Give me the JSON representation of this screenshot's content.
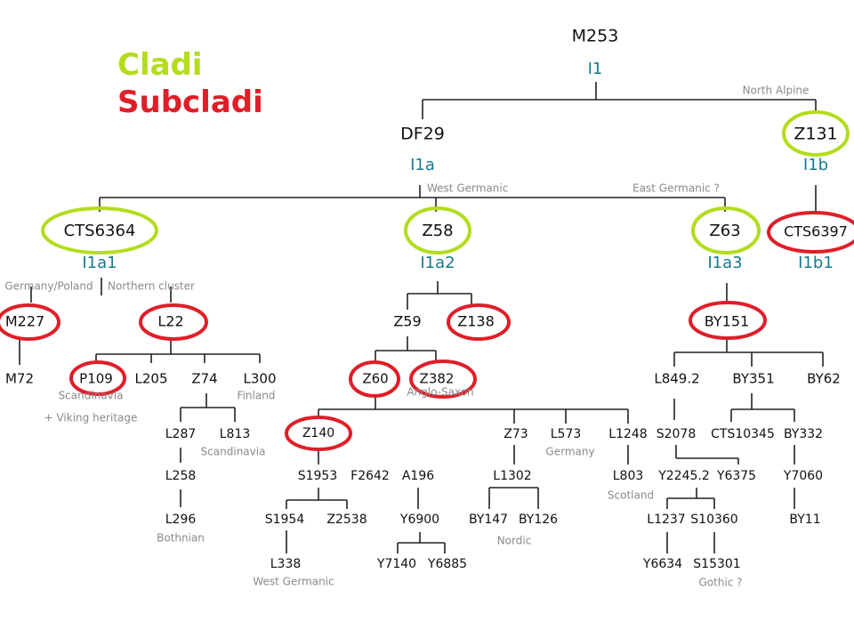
{
  "legend": {
    "clade": "Cladi",
    "subclade": "Subcladi"
  },
  "colors": {
    "clade_ring": "#b4dc1e",
    "subclade_ring": "#e01e28",
    "haplogroup": "#157a91",
    "note": "#8a8a8a",
    "snp": "#111111",
    "line": "#222222"
  },
  "nodes": {
    "m253": "M253",
    "i1": "I1",
    "df29": "DF29",
    "i1a": "I1a",
    "z131": "Z131",
    "i1b": "I1b",
    "cts6364": "CTS6364",
    "i1a1": "I1a1",
    "z58": "Z58",
    "i1a2": "I1a2",
    "z63": "Z63",
    "i1a3": "I1a3",
    "cts6397": "CTS6397",
    "i1b1": "I1b1",
    "m227": "M227",
    "l22": "L22",
    "m72": "M72",
    "p109": "P109",
    "l205": "L205",
    "z74": "Z74",
    "l300": "L300",
    "l287": "L287",
    "l813": "L813",
    "l258": "L258",
    "l296": "L296",
    "z59": "Z59",
    "z138": "Z138",
    "z60": "Z60",
    "z382": "Z382",
    "z140": "Z140",
    "z73": "Z73",
    "l573": "L573",
    "l1248": "L1248",
    "l1302": "L1302",
    "by147": "BY147",
    "by126": "BY126",
    "l803": "L803",
    "s1953": "S1953",
    "f2642": "F2642",
    "a196": "A196",
    "s1954": "S1954",
    "z2538": "Z2538",
    "y6900": "Y6900",
    "l338": "L338",
    "y7140": "Y7140",
    "y6885": "Y6885",
    "by151": "BY151",
    "l849_2": "L849.2",
    "by351": "BY351",
    "by62": "BY62",
    "s2078": "S2078",
    "cts10345": "CTS10345",
    "by332": "BY332",
    "y2245_2": "Y2245.2",
    "y6375": "Y6375",
    "y7060": "Y7060",
    "l1237": "L1237",
    "s10360": "S10360",
    "by11": "BY11",
    "y6634": "Y6634",
    "s15301": "S15301"
  },
  "notes": {
    "north_alpine": "North Alpine",
    "west_germanic_top": "West Germanic",
    "east_germanic": "East Germanic ?",
    "germany_poland": "Germany/Poland",
    "northern_cluster": "Northern cluster",
    "scandinavia_p109": "Scandinavia",
    "viking_heritage": "+ Viking heritage",
    "finland": "Finland",
    "scandinavia_l813": "Scandinavia",
    "bothnian": "Bothnian",
    "anglo_saxon": "Anglo-Saxon",
    "germany": "Germany",
    "scotland": "Scotland",
    "nordic": "Nordic",
    "west_germanic_bottom": "West Germanic",
    "gothic": "Gothic ?"
  }
}
